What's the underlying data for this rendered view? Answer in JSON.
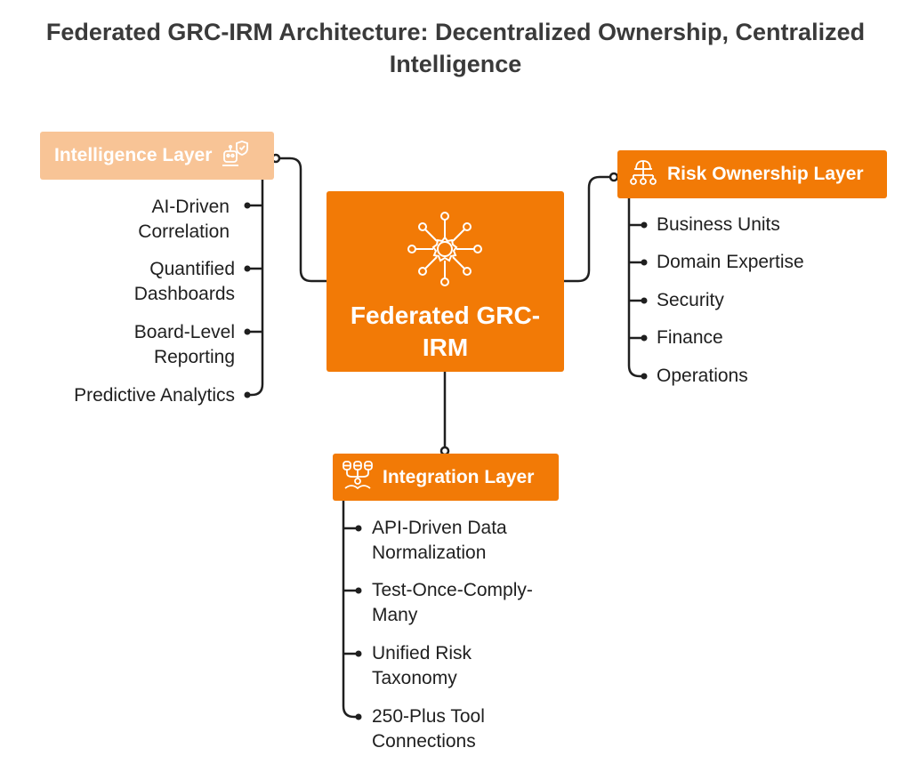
{
  "title": {
    "line1": "Federated GRC-IRM Architecture: Decentralized Ownership, Centralized",
    "line2": "Intelligence"
  },
  "center": {
    "line1": "Federated GRC-",
    "line2": "IRM",
    "icon": "network-hub-icon"
  },
  "intelligence_layer": {
    "label": "Intelligence Layer",
    "icon": "robot-shield-icon",
    "items": [
      {
        "line1": "AI-Driven",
        "line2": "Correlation"
      },
      {
        "line1": "Quantified",
        "line2": "Dashboards"
      },
      {
        "line1": "Board-Level",
        "line2": "Reporting"
      },
      {
        "line1": "Predictive Analytics"
      }
    ]
  },
  "risk_ownership_layer": {
    "label": "Risk Ownership Layer",
    "icon": "org-hierarchy-icon",
    "items": [
      "Business Units",
      "Domain Expertise",
      "Security",
      "Finance",
      "Operations"
    ]
  },
  "integration_layer": {
    "label": "Integration Layer",
    "icon": "database-integration-icon",
    "items": [
      {
        "line1": "API-Driven Data",
        "line2": "Normalization"
      },
      {
        "line1": "Test-Once-Comply-",
        "line2": "Many"
      },
      {
        "line1": "Unified Risk",
        "line2": "Taxonomy"
      },
      {
        "line1": "250-Plus Tool",
        "line2": "Connections"
      }
    ]
  },
  "colors": {
    "primary_orange": "#f27a06",
    "light_orange": "#f8c496",
    "connector": "#1f1f1f"
  }
}
